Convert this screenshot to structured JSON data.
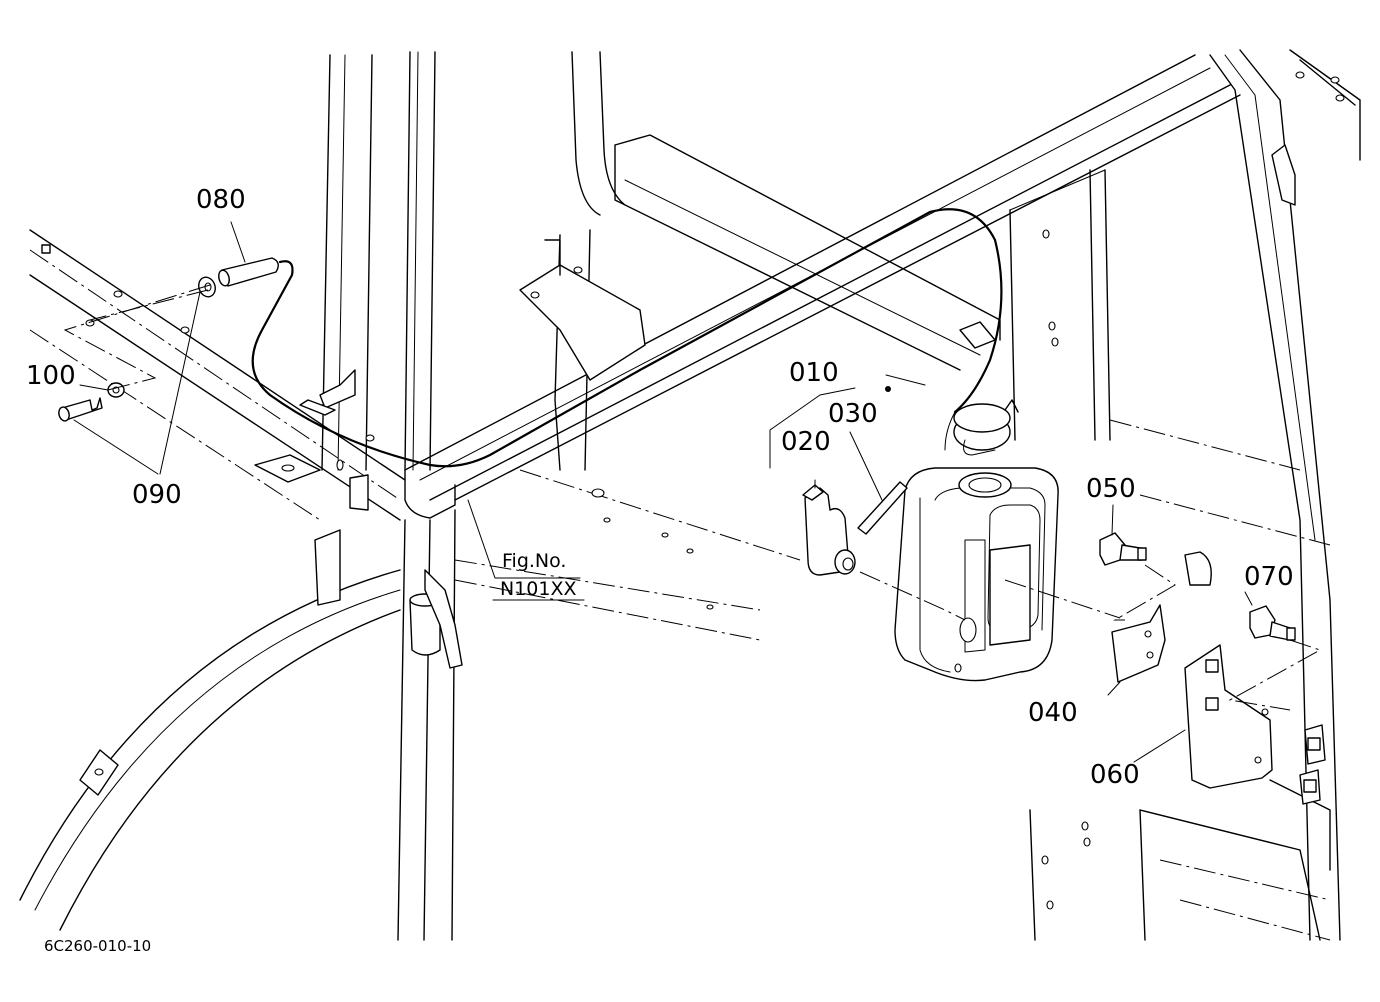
{
  "diagram": {
    "part_labels": {
      "p010": "010",
      "p020": "020",
      "p030": "030",
      "p040": "040",
      "p050": "050",
      "p060": "060",
      "p070": "070",
      "p080": "080",
      "p090": "090",
      "p100": "100"
    },
    "fig_ref": {
      "line1": "Fig.No.",
      "line2": "N101XX"
    },
    "drawing_code": "6C260-010-10"
  }
}
